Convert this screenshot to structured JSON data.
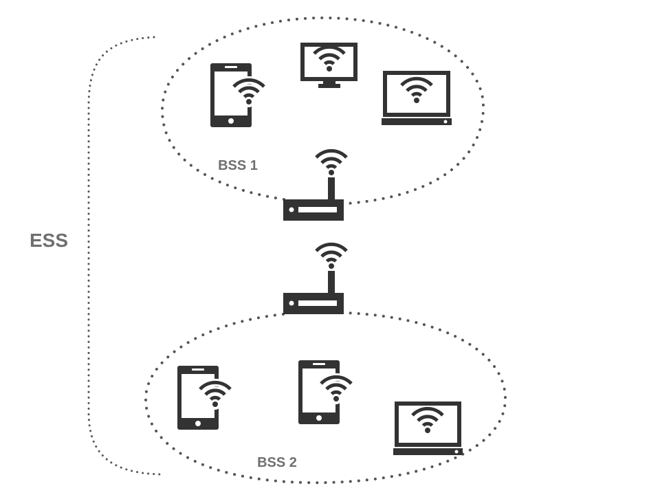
{
  "labels": {
    "ess": "ESS",
    "bss1": "BSS 1",
    "bss2": "BSS 2"
  },
  "icons": {
    "phone": "smartphone-wifi-icon",
    "monitor": "monitor-wifi-icon",
    "laptop": "laptop-wifi-icon",
    "router": "wireless-access-point-icon"
  },
  "colors": {
    "device": "#333333",
    "label": "#6f6f6f",
    "dots": "#555555",
    "background": "#ffffff"
  }
}
